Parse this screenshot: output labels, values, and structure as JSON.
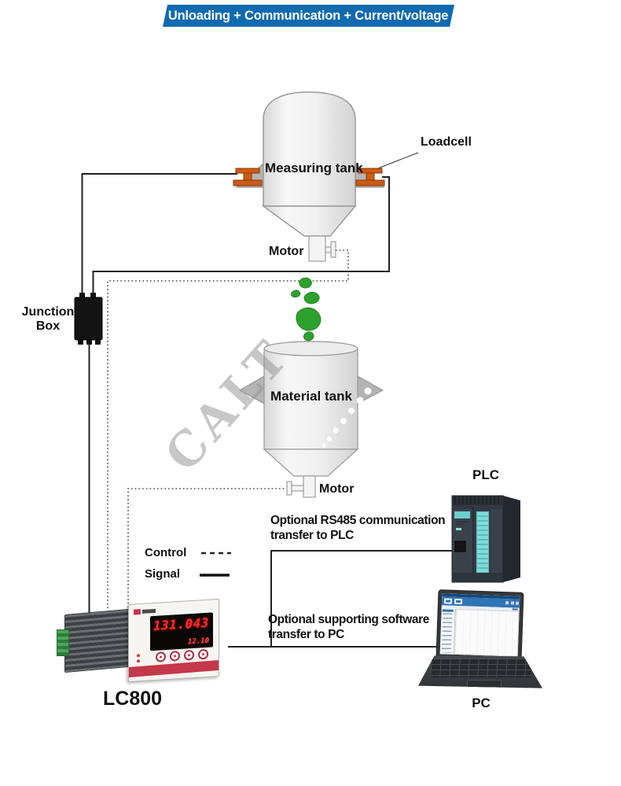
{
  "banner": {
    "label": "Unloading + Communication + Current/voltage"
  },
  "labels": {
    "loadcell": "Loadcell",
    "measuring_tank": "Measuring tank",
    "motor_top": "Motor",
    "junction_line1": "Junction",
    "junction_line2": "Box",
    "material_tank": "Material tank",
    "motor_bottom": "Motor",
    "legend_control": "Control",
    "legend_signal": "Signal",
    "plc": "PLC",
    "pc": "PC",
    "indicator": "LC800",
    "watermark": "CALT"
  },
  "annotations": {
    "rs485_line1": "Optional RS485 communication",
    "rs485_line2": "transfer to PLC",
    "software_line1": "Optional supporting software",
    "software_line2": "transfer to PC"
  },
  "indicator_display": {
    "main": "131.043",
    "sub": "12.10"
  },
  "colors": {
    "banner_bg": "#0f6ab0",
    "signal_wire": "#222222",
    "control_wire": "#3a3a3a",
    "loadcell_orange": "#cc5a14",
    "material_green": "#2da12d",
    "plc_teal": "#7adbd8",
    "display_red": "#ff2828",
    "stripe_red": "#c5374a"
  }
}
